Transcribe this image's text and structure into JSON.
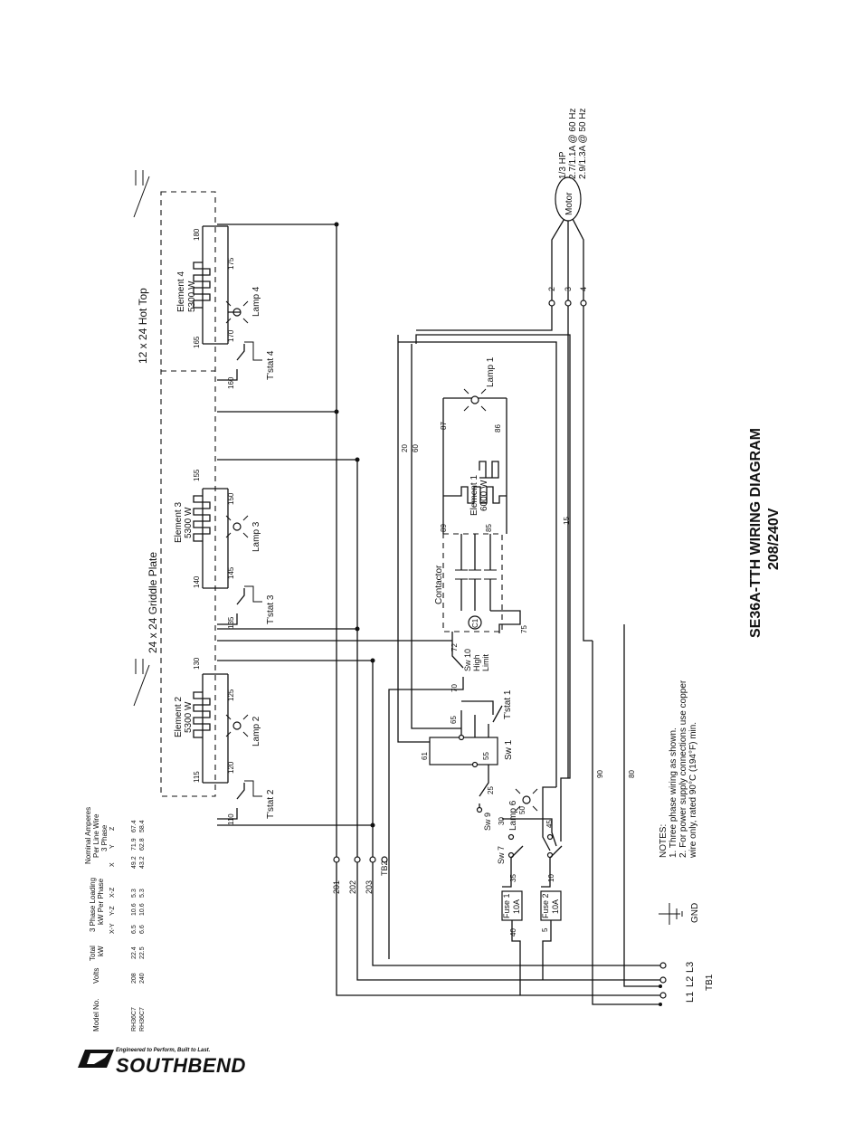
{
  "title": "SE36A-TTH WIRING DIAGRAM",
  "subtitle": "208/240V",
  "sections": {
    "hot_top": "12 x 24 Hot Top",
    "griddle": "24 x 24 Griddle Plate"
  },
  "elements": {
    "e1": {
      "name": "Element 1",
      "watts": "6000 W"
    },
    "e2": {
      "name": "Element 2",
      "watts": "5300 W"
    },
    "e3": {
      "name": "Element 3",
      "watts": "5300 W"
    },
    "e4": {
      "name": "Element 4",
      "watts": "5300 W"
    }
  },
  "lamps": {
    "l1": "Lamp 1",
    "l2": "Lamp 2",
    "l3": "Lamp 3",
    "l4": "Lamp 4",
    "l6": "Lamp 6"
  },
  "tstats": {
    "t1": "T'stat 1",
    "t2": "T'stat 2",
    "t3": "T'stat 3",
    "t4": "T'stat 4"
  },
  "switches": {
    "sw1": "Sw 1",
    "sw7": "Sw 7",
    "sw9": "Sw 9",
    "sw10": "Sw 10",
    "sw10_sub1": "High",
    "sw10_sub2": "Limit"
  },
  "contactor": {
    "name": "Contactor",
    "coil": "C1"
  },
  "fuses": {
    "f1": {
      "name": "Fuse 1",
      "rating": "10A"
    },
    "f2": {
      "name": "Fuse 2",
      "rating": "10A"
    }
  },
  "motor": {
    "name": "Motor",
    "hp": "1/3 HP",
    "rating60": "2.7/1.1A @ 60 Hz",
    "rating50": "2.9/1.3A @ 50 Hz"
  },
  "terminals": {
    "tb1": "TB1",
    "tb2": "TB2",
    "gnd": "GND",
    "l1": "L1",
    "l2": "L2",
    "l3": "L3",
    "m2": "2",
    "m3": "3",
    "m4": "4",
    "t201": "201",
    "t202": "202",
    "t203": "203"
  },
  "wire_numbers": {
    "w5": "5",
    "w10": "10",
    "w15": "15",
    "w20": "20",
    "w25": "25",
    "w30": "30",
    "w35": "35",
    "w40": "40",
    "w45": "45",
    "w50": "50",
    "w55": "55",
    "w60": "60",
    "w61": "61",
    "w65": "65",
    "w70": "70",
    "w72": "72",
    "w75": "75",
    "w80": "80",
    "w85": "85",
    "w86": "86",
    "w87": "87",
    "w89": "89",
    "w90": "90",
    "w110": "110",
    "w115": "115",
    "w120": "120",
    "w125": "125",
    "w130": "130",
    "w135": "135",
    "w140": "140",
    "w145": "145",
    "w150": "150",
    "w155": "155",
    "w160": "160",
    "w165": "165",
    "w170": "170",
    "w175": "175",
    "w180": "180"
  },
  "notes": {
    "heading": "NOTES:",
    "n1": "1. Three phase wiring as shown.",
    "n2": "2. For power supply connections use copper",
    "n3": "wire only, rated 90°C (194°F) min."
  },
  "table": {
    "headers": [
      "Model No.",
      "Volts",
      "Total kW",
      "3 Phase Loading kW Per Phase",
      "Nominal Amperes Per Line Wire 3 Phase"
    ],
    "h_model": "Model No.",
    "h_volts": "Volts",
    "h_total1": "Total",
    "h_total2": "kW",
    "h_load1": "3 Phase Loading",
    "h_load2": "kW Per Phase",
    "h_amps1": "Nominal Amperes",
    "h_amps2": "Per Line Wire",
    "h_amps3": "3 Phase",
    "sub_load": [
      "X-Y",
      "Y-Z",
      "X-Z"
    ],
    "sub_amps": [
      "X",
      "Y",
      "Z"
    ],
    "rows": [
      {
        "model": "RH36C7",
        "volts": "208",
        "total": "22.4",
        "xy": "6.5",
        "yz": "10.6",
        "xz": "5.3",
        "x": "49.2",
        "y": "71.9",
        "z": "67.4"
      },
      {
        "model": "RH36C7",
        "volts": "240",
        "total": "22.5",
        "xy": "6.6",
        "yz": "10.6",
        "xz": "5.3",
        "x": "43.2",
        "y": "62.8",
        "z": "58.4"
      }
    ]
  },
  "brand": {
    "name": "SOUTHBEND",
    "tagline": "Engineered to Perform, Built to Last."
  }
}
